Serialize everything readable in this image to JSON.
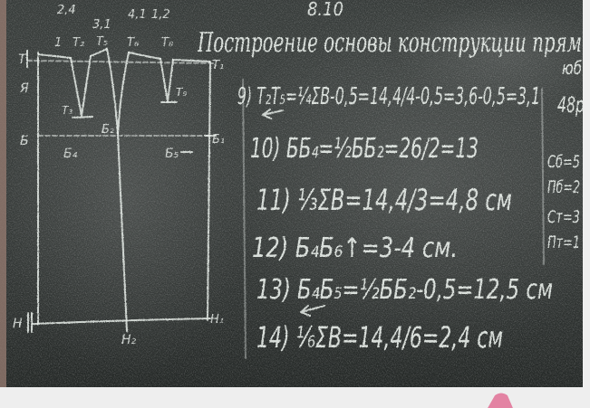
{
  "colors": {
    "board": "#2b302e",
    "chalk": "#e8ede9",
    "margin": "#eeeeee",
    "pink_chalk": "#e383a3",
    "frame_edge": "#93796f"
  },
  "board": {
    "date": "8.10",
    "title": "Построение основы конструкции прям",
    "corner_notes": {
      "top": "юб",
      "size": "48р"
    }
  },
  "formulas": [
    "9) Т₂Т₅=¼ΣВ-0,5=14,4/4-0,5=3,6-0,5=3,1",
    "10) ББ₄=½ББ₂=26/2=13",
    "11) ⅓ΣВ=14,4/3=4,8 см",
    "12) Б₄Б₆↑=3-4 см.",
    "13) Б₄Б₅=½ББ₂-0,5=12,5 см",
    "14) ⅙ΣВ=14,4/6=2,4 см"
  ],
  "measurements": [
    "Сб=5",
    "Пб=2",
    "Ст=3",
    "Пт=1"
  ],
  "diagram": {
    "dimensions": [
      "2,4",
      "3,1",
      "4,1",
      "1,2"
    ],
    "waist_points": [
      "Т",
      "1",
      "Т₂",
      "Т₅",
      "Т₆",
      "Т₈",
      "Т₁"
    ],
    "dart_points": [
      "Т₃",
      "Т₉"
    ],
    "hip_points": [
      "Б",
      "Б₂",
      "Б₁",
      "Б₄",
      "Б₅"
    ],
    "hem_points": [
      "Н",
      "Н₂",
      "Н₁"
    ],
    "other_points": [
      "Я"
    ]
  }
}
